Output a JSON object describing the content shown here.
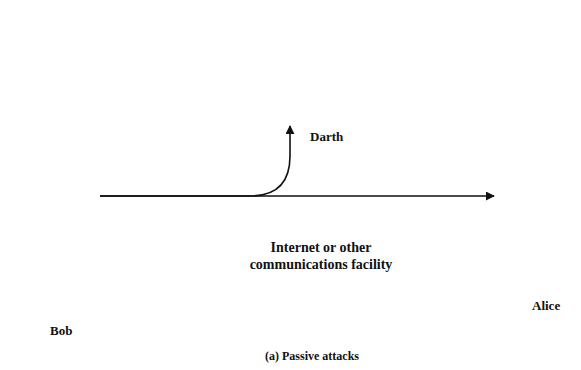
{
  "diagram": {
    "caption": "(a) Passive attacks",
    "nodes": [
      {
        "text": [
          "Darth"
        ]
      },
      {
        "text": [
          "Bob"
        ]
      },
      {
        "text": [
          "Internet or other communications facility"
        ]
      },
      {
        "text": [
          "Alice"
        ]
      }
    ],
    "edges": [
      {
        "from": 1,
        "to": 3,
        "arrow": "to"
      },
      {
        "from": 1,
        "to": 0,
        "arrow": "to"
      }
    ]
  }
}
